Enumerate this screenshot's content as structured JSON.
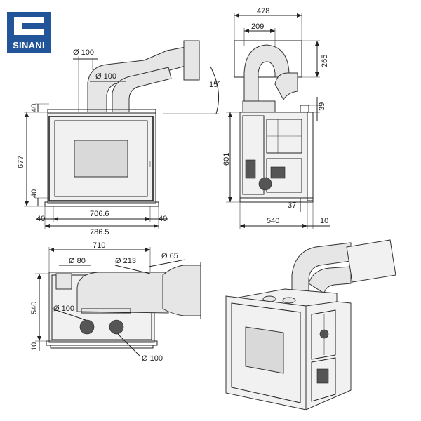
{
  "brand": {
    "logo_text": "SINANI",
    "color": "#22549a"
  },
  "front_view": {
    "flue_diameter_top": "Ø 100",
    "flue_diameter_inner": "Ø 100",
    "angle": "15°",
    "height": "677",
    "top_offset": "40",
    "bottom_offset": "40",
    "left_margin": "40",
    "right_margin": "40",
    "inner_width": "706.6",
    "outer_width": "786.5"
  },
  "side_view": {
    "top_width": "478",
    "flue_width": "209",
    "flue_height": "265",
    "top_step": "39",
    "body_height": "601",
    "bottom_step": "37",
    "depth": "540",
    "frame_depth": "10"
  },
  "top_view": {
    "width": "710",
    "pipe_diameter_small": "Ø 80",
    "pipe_diameter_large": "Ø 213",
    "pipe_diameter_outlet": "Ø 65",
    "pipe_diameter_left": "Ø 100",
    "pipe_diameter_bottom": "Ø 100",
    "depth": "540",
    "frame_depth": "10"
  }
}
